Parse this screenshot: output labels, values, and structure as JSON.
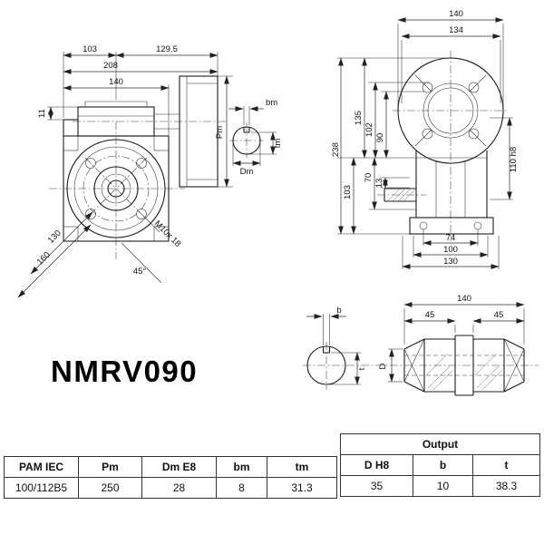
{
  "title": "NMRV090",
  "front_view": {
    "dim_103": "103",
    "dim_129_5": "129.5",
    "dim_208": "208",
    "dim_140": "140",
    "dim_11": "11",
    "dim_pm": "Pm",
    "dim_130": "130",
    "dim_160": "160",
    "thread_callout": "M10x 18",
    "angle_45": "45°"
  },
  "input_shaft_section": {
    "dim_bm": "bm",
    "dim_tm": "tm",
    "dim_dm": "Dm"
  },
  "side_view": {
    "dim_140": "140",
    "dim_134": "134",
    "dim_238": "238",
    "dim_135": "135",
    "dim_102": "102",
    "dim_90": "90",
    "dim_70": "70",
    "dim_13": "13",
    "dim_103": "103",
    "dim_110_h8": "110 h8",
    "dim_74": "74",
    "dim_100": "100",
    "dim_130": "130"
  },
  "output_shaft_view": {
    "dim_140": "140",
    "dim_45_left": "45",
    "dim_45_right": "45",
    "dim_b": "b",
    "dim_t": "t",
    "dim_d": "D"
  },
  "main_table": {
    "headers": [
      "PAM IEC",
      "Pm",
      "Dm E8",
      "bm",
      "tm"
    ],
    "row": [
      "100/112B5",
      "250",
      "28",
      "8",
      "31.3"
    ]
  },
  "output_table": {
    "title": "Output",
    "headers": [
      "D H8",
      "b",
      "t"
    ],
    "row": [
      "35",
      "10",
      "38.3"
    ]
  }
}
